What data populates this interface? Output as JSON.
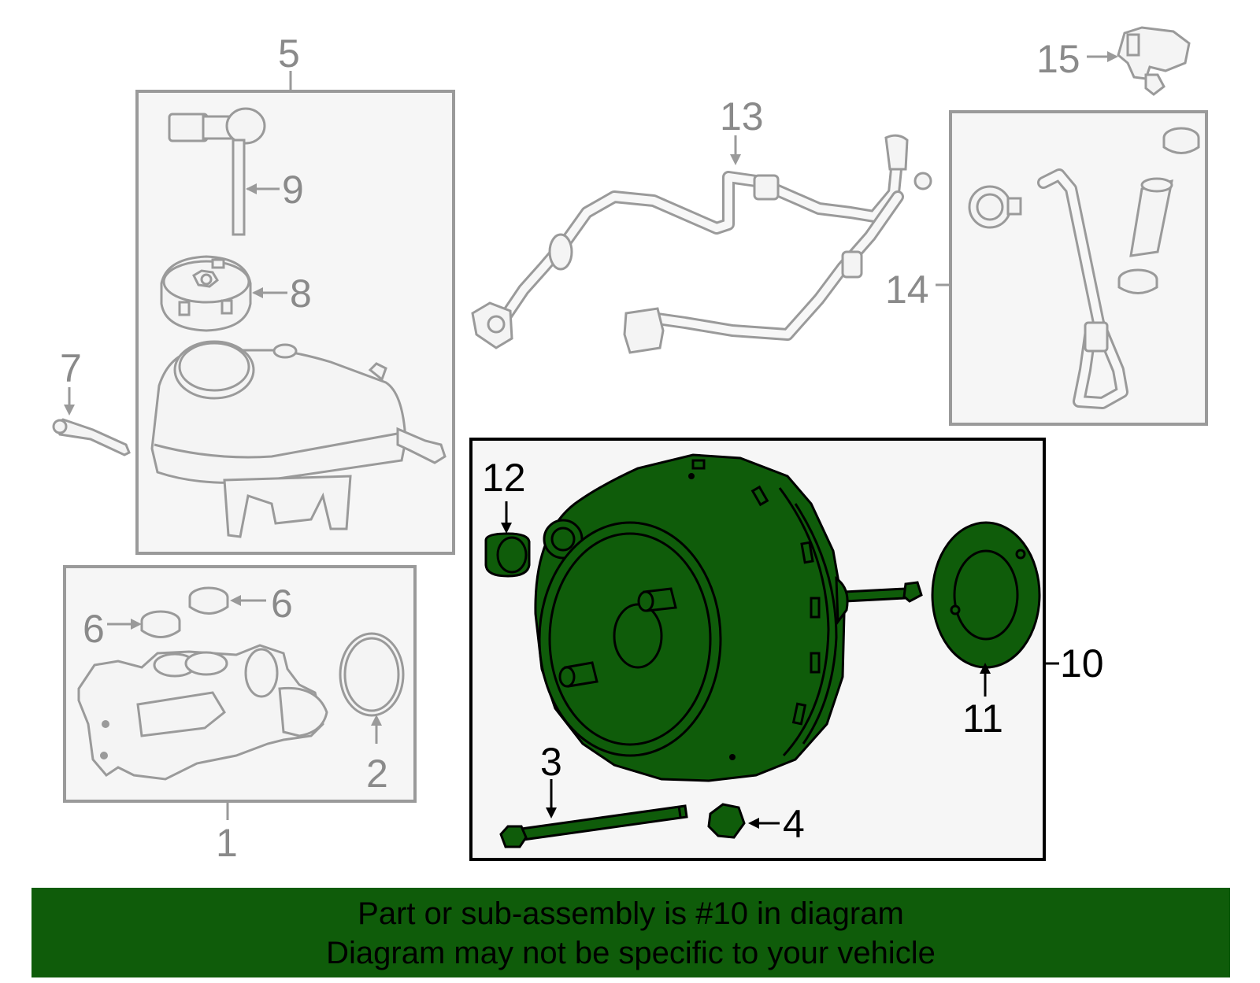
{
  "callouts": {
    "c1": "1",
    "c2": "2",
    "c3": "3",
    "c4": "4",
    "c5": "5",
    "c6a": "6",
    "c6b": "6",
    "c7": "7",
    "c8": "8",
    "c9": "9",
    "c10": "10",
    "c11": "11",
    "c12": "12",
    "c13": "13",
    "c14": "14",
    "c15": "15"
  },
  "banner": {
    "line1": "Part or sub-assembly is #10 in diagram",
    "line2": "Diagram may not be specific to your vehicle"
  },
  "colors": {
    "highlight": "#0f5c0a",
    "ghost_stroke": "#9a9a9a",
    "ghost_fill": "#f4f4f4"
  }
}
